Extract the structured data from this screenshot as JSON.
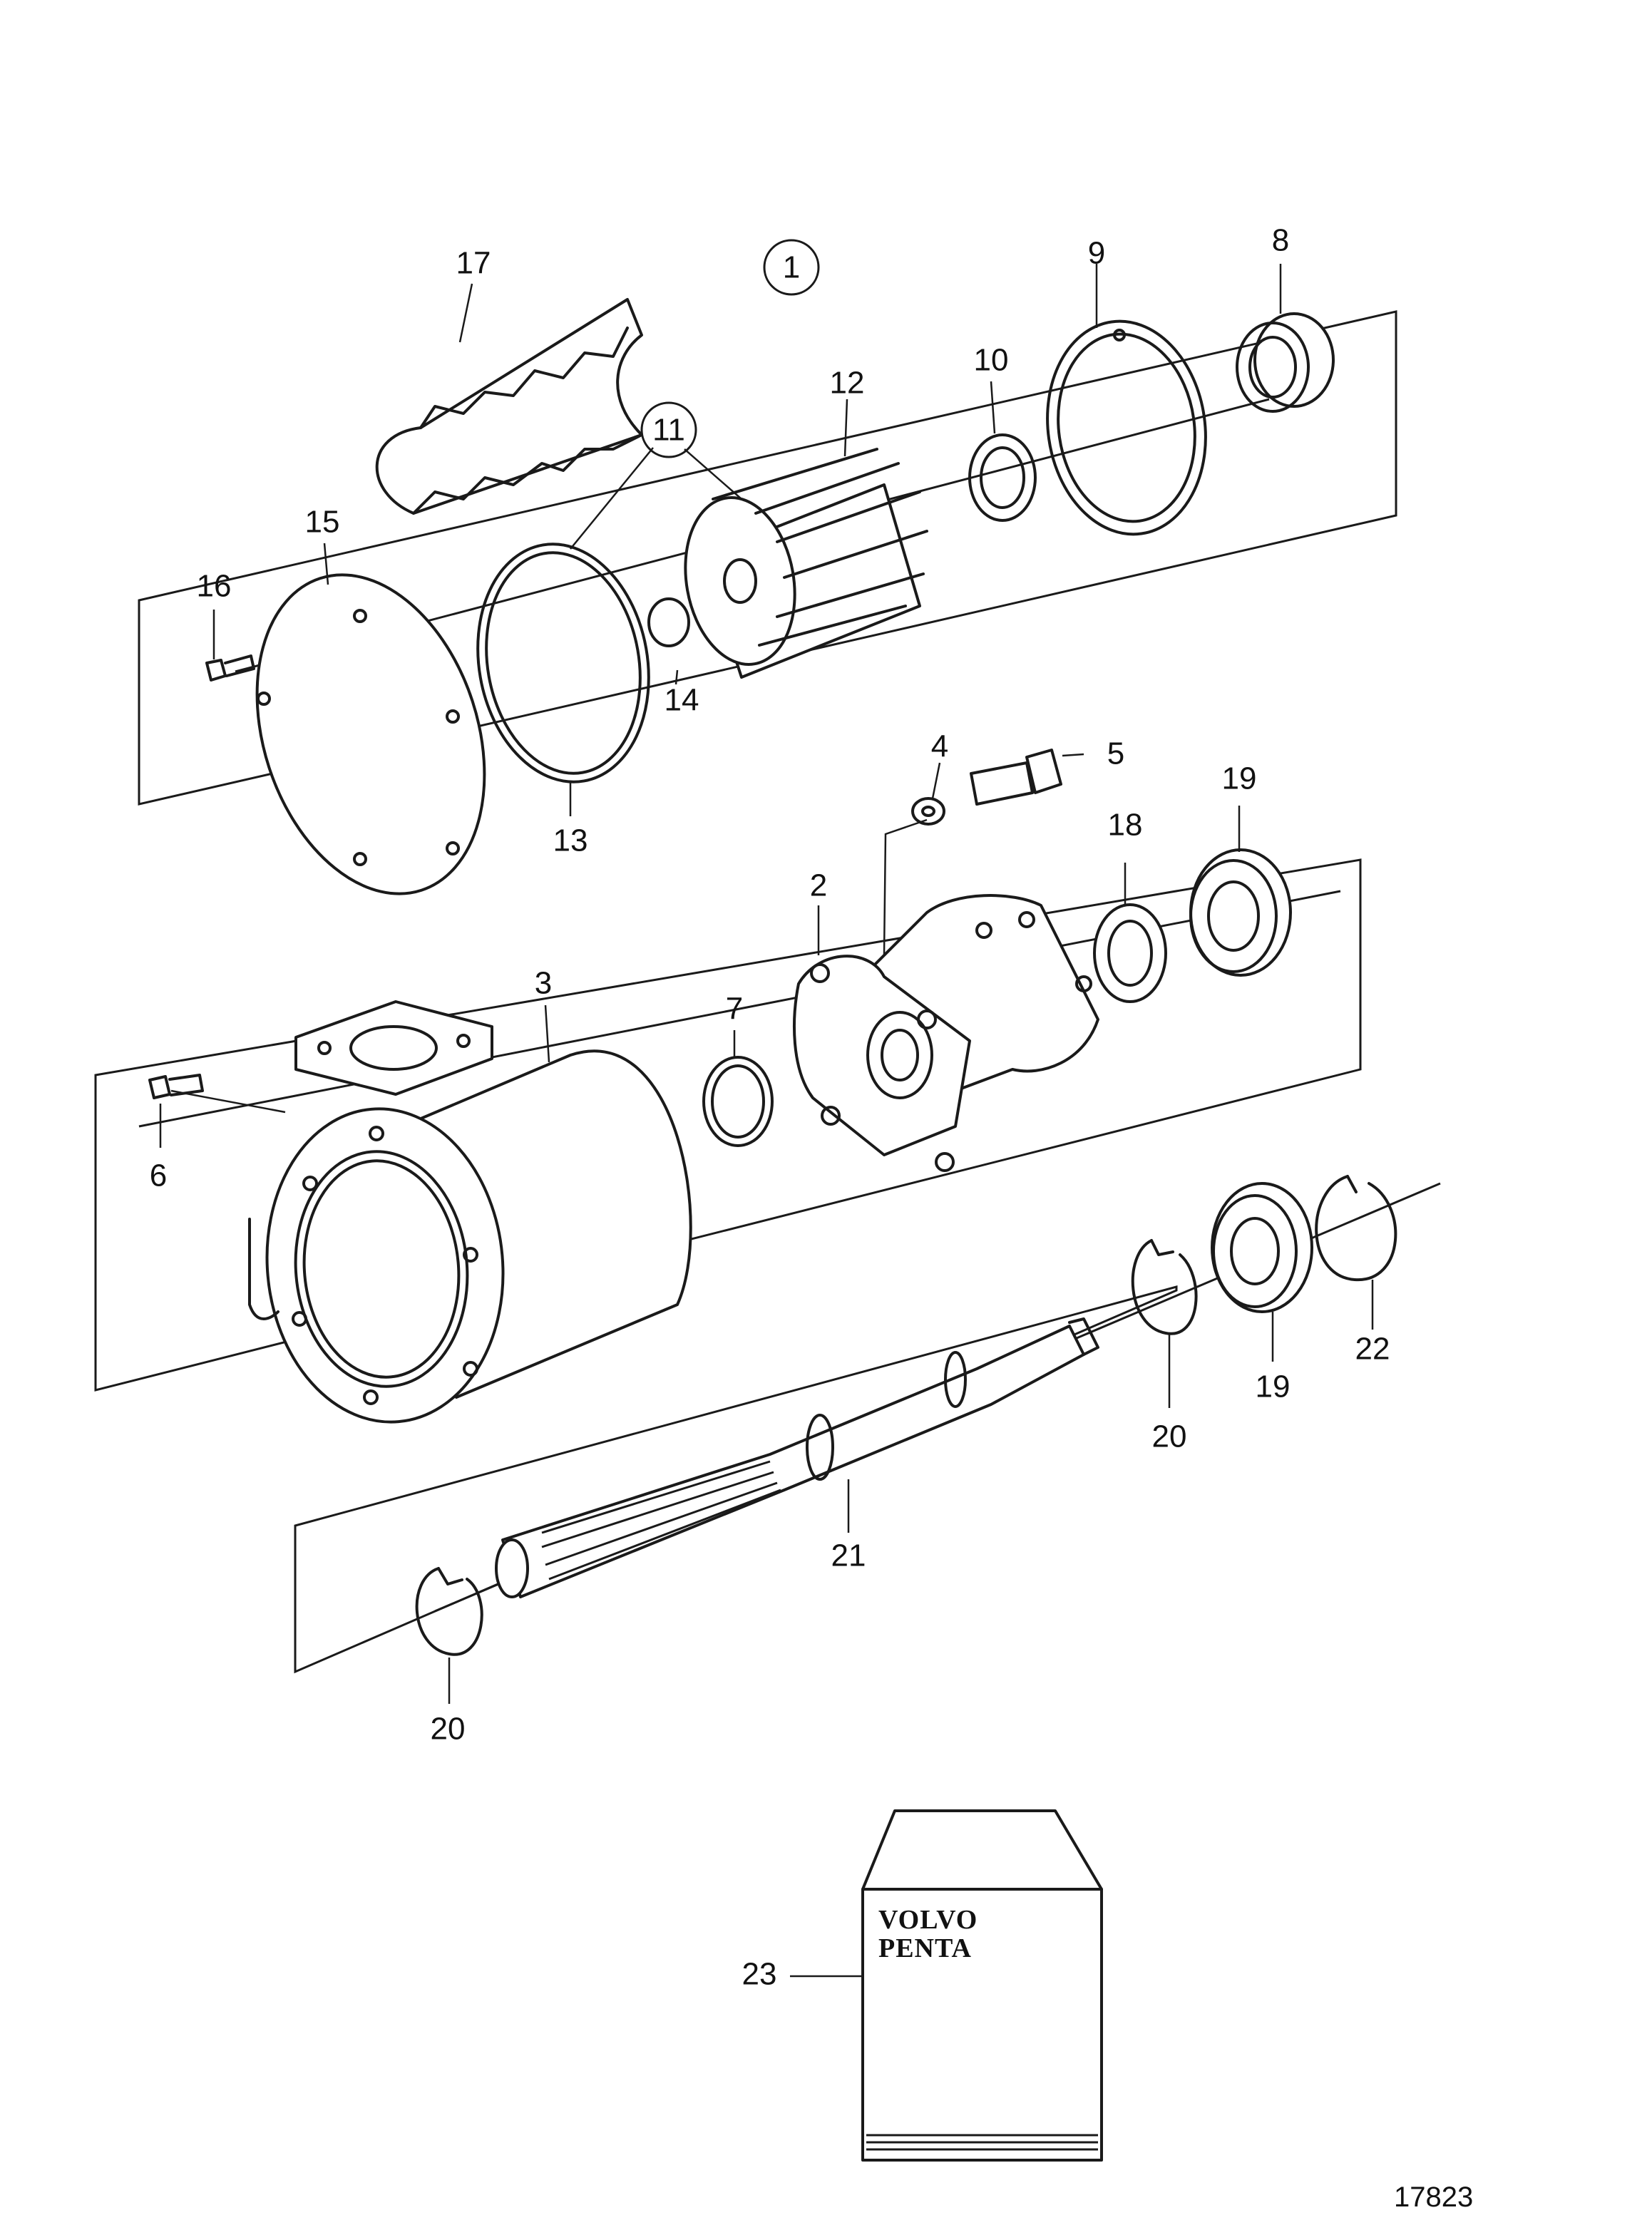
{
  "callouts": {
    "c1": "1",
    "c2": "2",
    "c3": "3",
    "c4": "4",
    "c5": "5",
    "c6": "6",
    "c7": "7",
    "c8": "8",
    "c9": "9",
    "c10": "10",
    "c11": "11",
    "c12": "12",
    "c13": "13",
    "c14": "14",
    "c15": "15",
    "c16": "16",
    "c17": "17",
    "c18": "18",
    "c19a": "19",
    "c19b": "19",
    "c20a": "20",
    "c20b": "20",
    "c21": "21",
    "c22": "22",
    "c23": "23"
  },
  "logo": {
    "line1": "VOLVO",
    "line2": "PENTA"
  },
  "figure_number": "17823"
}
